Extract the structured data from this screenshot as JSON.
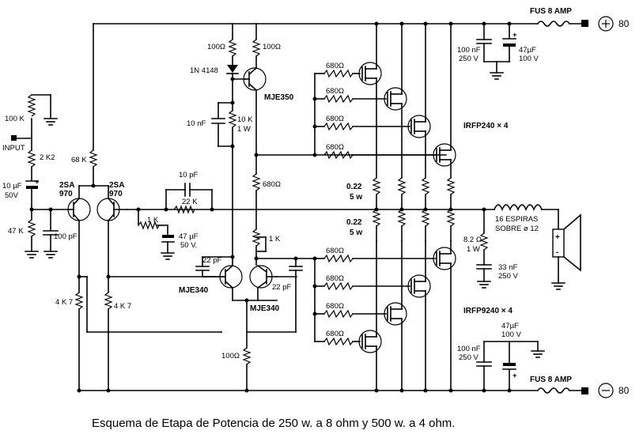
{
  "caption": "Esquema de Etapa de Potencia de 250 w. a 8 ohm y 500 w. a 4 ohm.",
  "rails": {
    "positive": {
      "fuse": "FUS 8 AMP",
      "symbol": "+",
      "voltage": "80"
    },
    "negative": {
      "fuse": "FUS 8 AMP",
      "symbol": "−",
      "voltage": "80"
    }
  },
  "labels": {
    "input": "INPUT",
    "r_100k": "100 K",
    "r_2k2": "2 K2",
    "c_10uf": "10 µF",
    "c_10uf_v": "50V",
    "r_47k": "47 K",
    "c_100pf": "100 pF",
    "r_68k": "68 K",
    "q_2sa970_a": "2SA",
    "q_2sa970_a2": "970",
    "q_2sa970_b": "2SA",
    "q_2sa970_b2": "970",
    "r_4k7_a": "4 K 7",
    "r_4k7_b": "4 K 7",
    "r_100_top1": "100Ω",
    "r_100_top2": "100Ω",
    "d_1n4148": "1N 4148",
    "q_mje350": "MJE350",
    "c_10nf": "10 nF",
    "r_10k": "10 K",
    "r_10k_w": "1 W",
    "c_10pf": "10 pF",
    "r_22k": "22 K",
    "r_1k_a": "1 K",
    "c_47uf_a": "47 µF",
    "c_47uf_a_v": "50 V.",
    "r_680_mid": "680Ω",
    "r_1k_b": "1 K",
    "c_22pf_a": "22 pF",
    "c_22pf_b": "22 pF",
    "q_mje340_a": "MJE340",
    "q_mje340_b": "MJE340",
    "r_100_bot": "100Ω",
    "r_680_g1": "680Ω",
    "r_680_g2": "680Ω",
    "r_680_g3": "680Ω",
    "r_680_g4": "680Ω",
    "r_680_g5": "680Ω",
    "r_680_g6": "680Ω",
    "r_680_g7": "680Ω",
    "r_680_g8": "680Ω",
    "irfp240": "IRFP240 × 4",
    "irfp9240": "IRFP9240 × 4",
    "r_022_a": "0.22",
    "r_022_a_w": "5 w",
    "r_022_b": "0.22",
    "r_022_b_w": "5 w",
    "c_100nf_top": "100 nF",
    "c_100nf_top_v": "250 V",
    "c_47uf_top": "47µF",
    "c_47uf_top_v": "100 V",
    "c_100nf_bot": "100 nF",
    "c_100nf_bot_v": "250 V",
    "c_47uf_bot": "47µF",
    "c_47uf_bot_v": "100 V",
    "coil": "16 ESPIRAS",
    "coil2": "SOBRE ø 12",
    "r_8r2": "8.2 Ω",
    "r_8r2_w": "1 W",
    "c_33nf": "33 nF",
    "c_33nf_v": "250 V",
    "spk_plus": "+",
    "spk_minus": "-"
  }
}
